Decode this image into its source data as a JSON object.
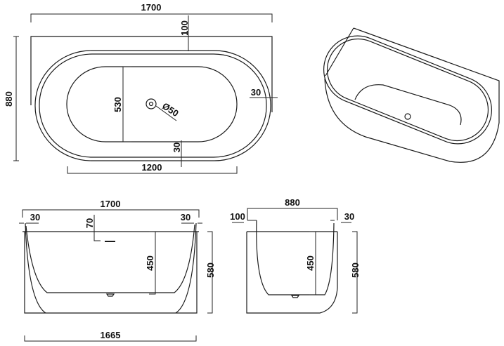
{
  "top_view": {
    "length": "1700",
    "width": "880",
    "back_ledge": "100",
    "basin_width": "530",
    "drain_diameter": "Ø50",
    "rim_side": "30",
    "rim_front": "30",
    "basin_length": "1200"
  },
  "front_view": {
    "length": "1700",
    "rim_left": "30",
    "rim_right": "30",
    "overflow_depth": "70",
    "inner_depth": "450",
    "height": "580",
    "base_length": "1665"
  },
  "side_view": {
    "width": "880",
    "back_ledge": "100",
    "rim": "30",
    "inner_depth": "450",
    "height": "580"
  }
}
